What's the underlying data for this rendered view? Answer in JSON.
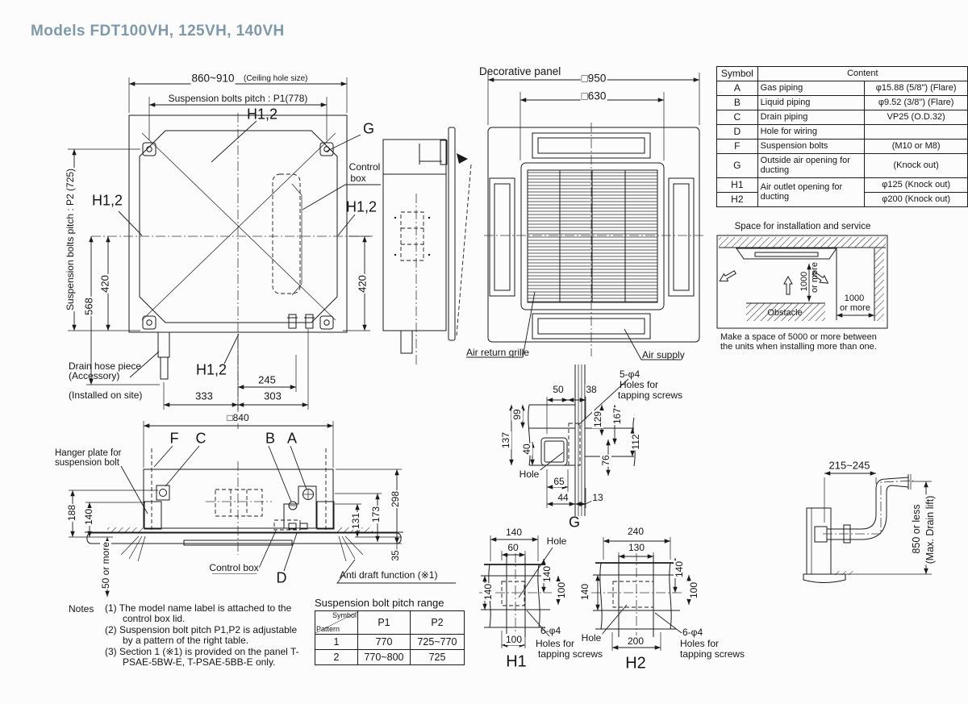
{
  "title": "Models  FDT100VH, 125VH, 140VH",
  "colors": {
    "title_accent": "#7e99a9",
    "line": "#1a1a1a",
    "background": "#fcfcfc"
  },
  "plan": {
    "dim_ceiling": "860~910",
    "dim_ceiling_note": "(Ceiling hole size)",
    "dim_p1": "Suspension bolts pitch : P1(778)",
    "dim_p2": "Suspension bolts pitch : P2 (725)",
    "h12": "H1,2",
    "g": "G",
    "control_l1": "Control",
    "control_l2": "box",
    "d568": "568",
    "d420": "420",
    "d245": "245",
    "d333": "333",
    "d303": "303",
    "d840": "□840",
    "drain_l1": "Drain hose piece",
    "drain_l2": "(Accessory)",
    "drain_l3": "(Installed on site)"
  },
  "front": {
    "title": "Decorative panel",
    "d950": "□950",
    "d630": "□630",
    "air_return": "Air return grille",
    "air_supply": "Air supply"
  },
  "symbol_table": {
    "h_symbol": "Symbol",
    "h_content": "Content",
    "rows": [
      {
        "symbol": "A",
        "desc": "Gas piping",
        "value": "φ15.88 (5/8\") (Flare)"
      },
      {
        "symbol": "B",
        "desc": "Liquid piping",
        "value": "φ9.52 (3/8\") (Flare)"
      },
      {
        "symbol": "C",
        "desc": "Drain piping",
        "value": "VP25 (O.D.32)"
      },
      {
        "symbol": "D",
        "desc": "Hole for wiring",
        "value": ""
      },
      {
        "symbol": "F",
        "desc": "Suspension bolts",
        "value": "(M10 or M8)"
      },
      {
        "symbol": "G",
        "desc": "Outside air opening for ducting",
        "value": "(Knock out)"
      },
      {
        "symbol": "H1",
        "desc": "Air outlet opening for ducting",
        "value": "φ125 (Knock out)"
      },
      {
        "symbol": "H2",
        "desc": "",
        "value": "φ200 (Knock out)"
      }
    ]
  },
  "service": {
    "title": "Space for installation and service",
    "v1000": "1000",
    "v_more": "or more",
    "h1000": "1000",
    "h_more": "or more",
    "obstacle": "Obstacle",
    "note1": "Make a space of 5000 or more between",
    "note2": "the units when installing more than one."
  },
  "g_detail": {
    "d50": "50",
    "d38": "38",
    "d99": "99",
    "d137": "137",
    "d40": "40",
    "d129": "129",
    "d167": "167",
    "d112": "112",
    "d76": "76",
    "d65": "65",
    "d44": "44",
    "d13": "13",
    "holes1": "5-φ4",
    "holes2": "Holes for",
    "holes3": "tapping screws",
    "hole": "Hole",
    "label": "G"
  },
  "side": {
    "f": "F",
    "c": "C",
    "b": "B",
    "a": "A",
    "d": "D",
    "hanger1": "Hanger plate for",
    "hanger2": "suspension bolt",
    "d188": "188",
    "d140": "140",
    "d50more": "50 or more",
    "d131": "131",
    "d173": "173",
    "d298": "298",
    "d35": "35",
    "control_box": "Control box",
    "anti_draft": "Anti draft function (※1)"
  },
  "notes": {
    "label": "Notes",
    "items": [
      "(1) The model name label is attached to the control box lid.",
      "(2) Suspension bolt pitch P1,P2 is adjustable by a pattern of the right table.",
      "(3) Section 1 (※1) is provided on the panel T-PSAE-5BW-E, T-PSAE-5BB-E only."
    ]
  },
  "pitch_table": {
    "title": "Suspension bolt pitch range",
    "diag_top": "Symbol",
    "diag_bottom": "Pattern",
    "p1": "P1",
    "p2": "P2",
    "rows": [
      {
        "pattern": "1",
        "p1": "770",
        "p2": "725~770"
      },
      {
        "pattern": "2",
        "p1": "770~800",
        "p2": "725"
      }
    ]
  },
  "h1": {
    "d140a": "140",
    "d60": "60",
    "d140left": "140",
    "d140right": "140",
    "d100right": "100",
    "d100bottom": "100",
    "hole": "Hole",
    "holes1": "6-φ4",
    "holes2": "Holes for",
    "holes3": "tapping screws",
    "label": "H1"
  },
  "h2": {
    "d240": "240",
    "d130": "130",
    "d140left": "140",
    "d140right": "140",
    "d100right": "100",
    "d200": "200",
    "hole": "Hole",
    "holes1": "6-φ4",
    "holes2": "Holes for",
    "holes3": "tapping screws",
    "label": "H2"
  },
  "drain": {
    "dim": "215~245",
    "lift1": "850 or less",
    "lift2": "(Max. Drain lift)"
  }
}
